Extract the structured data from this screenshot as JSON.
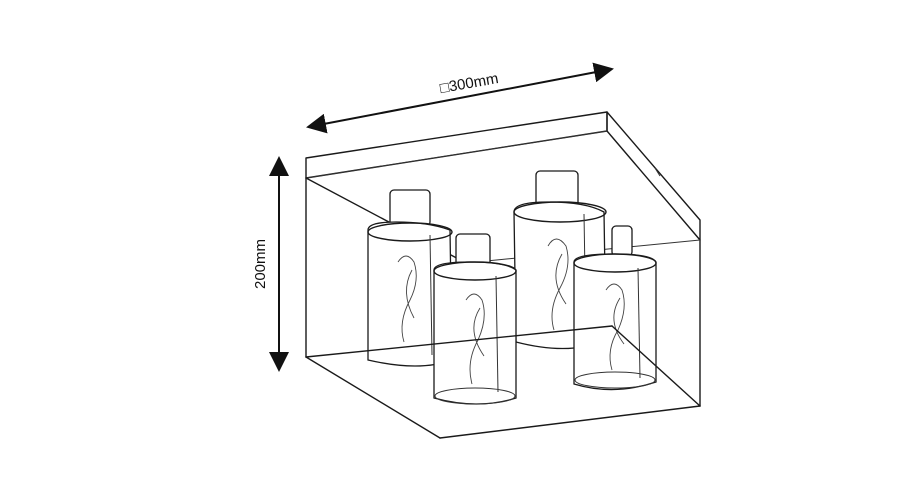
{
  "dimensions": {
    "width_label": "□300mm",
    "height_label": "200mm"
  },
  "product": {
    "shades_count": 4
  }
}
